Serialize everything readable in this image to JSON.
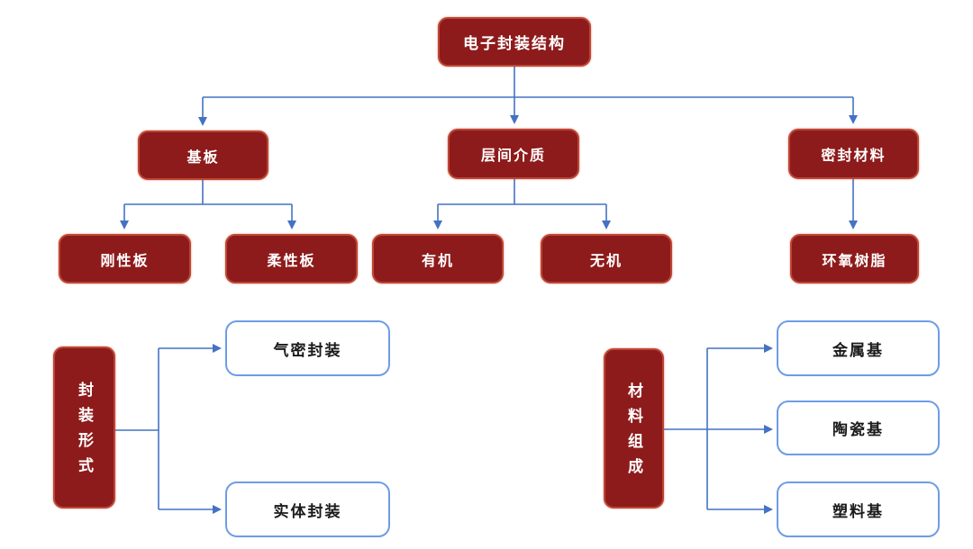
{
  "diagram": {
    "description": "电子封装结构层级图",
    "colors": {
      "node_fill": "#8e1b1b",
      "node_border": "#bd4533",
      "node_text": "#ffffff",
      "leaf_fill": "#ffffff",
      "leaf_border": "#6e9ce6",
      "leaf_text": "#1a1a1a",
      "connector": "#4472c4",
      "background": "#ffffff"
    },
    "nodes": {
      "root": "电子封装结构",
      "substrate": "基板",
      "rigid_board": "刚性板",
      "flexible_board": "柔性板",
      "interlayer_dielectric": "层间介质",
      "organic": "有机",
      "inorganic": "无机",
      "sealing_material": "密封材料",
      "epoxy_resin": "环氧树脂",
      "packaging_form": "封装形式",
      "hermetic_packaging": "气密封装",
      "solid_packaging": "实体封装",
      "material_composition": "材料组成",
      "metal_base": "金属基",
      "ceramic_base": "陶瓷基",
      "plastic_base": "塑料基"
    },
    "hierarchy": [
      {
        "parent": "电子封装结构",
        "children": [
          "基板",
          "层间介质",
          "密封材料"
        ]
      },
      {
        "parent": "基板",
        "children": [
          "刚性板",
          "柔性板"
        ]
      },
      {
        "parent": "层间介质",
        "children": [
          "有机",
          "无机"
        ]
      },
      {
        "parent": "密封材料",
        "children": [
          "环氧树脂"
        ]
      },
      {
        "parent": "封装形式",
        "children": [
          "气密封装",
          "实体封装"
        ]
      },
      {
        "parent": "材料组成",
        "children": [
          "金属基",
          "陶瓷基",
          "塑料基"
        ]
      }
    ]
  }
}
